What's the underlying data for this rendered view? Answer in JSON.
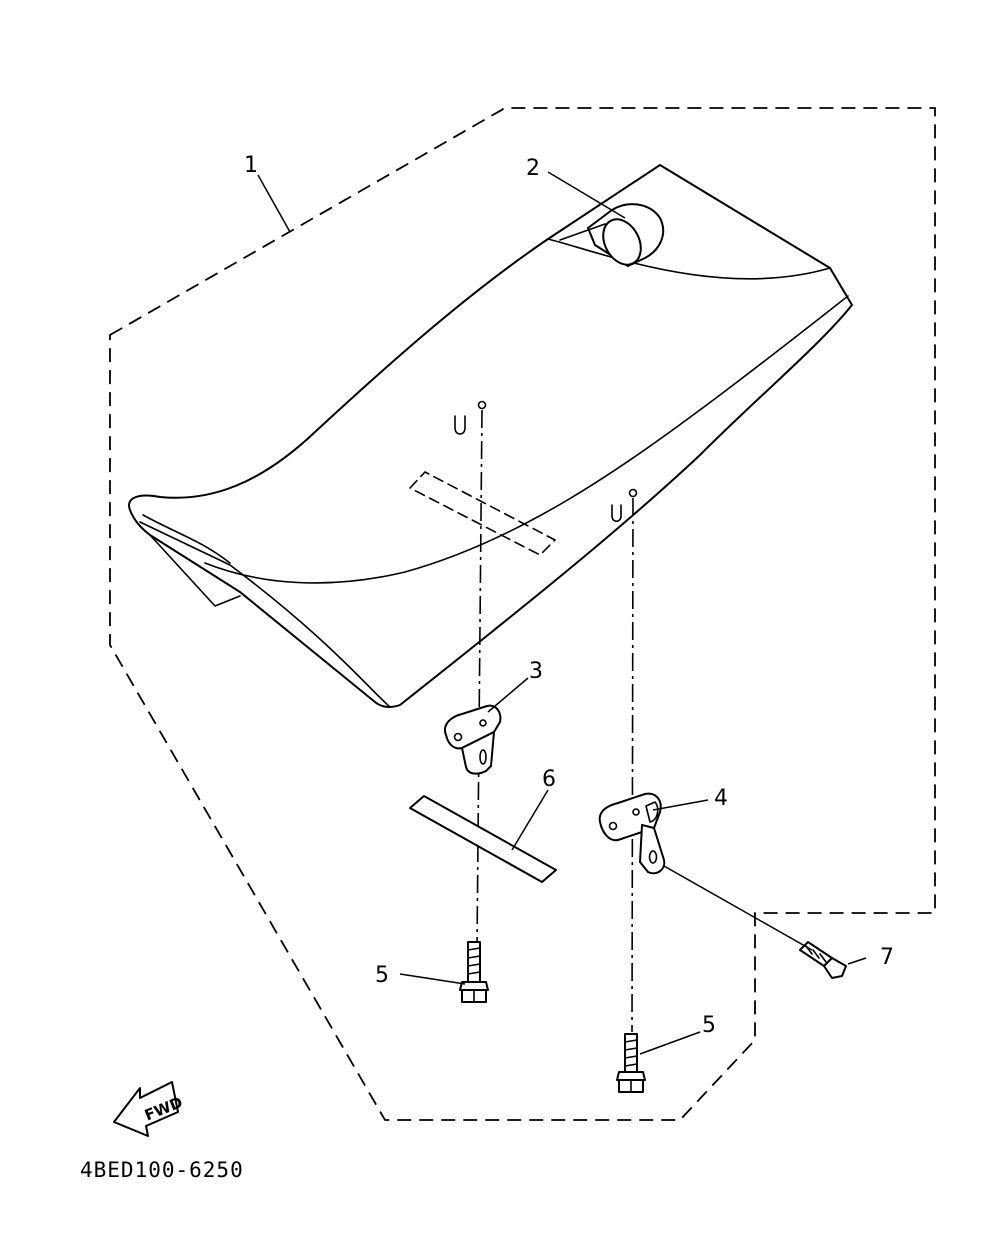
{
  "diagram": {
    "callouts": [
      {
        "id": "1",
        "label": "1"
      },
      {
        "id": "2",
        "label": "2"
      },
      {
        "id": "3",
        "label": "3"
      },
      {
        "id": "4",
        "label": "4"
      },
      {
        "id": "5a",
        "label": "5"
      },
      {
        "id": "5b",
        "label": "5"
      },
      {
        "id": "6",
        "label": "6"
      },
      {
        "id": "7",
        "label": "7"
      }
    ],
    "direction_label": "FWD",
    "diagram_code": "4BED100-6250",
    "colors": {
      "line": "#000000",
      "background": "#ffffff"
    }
  }
}
